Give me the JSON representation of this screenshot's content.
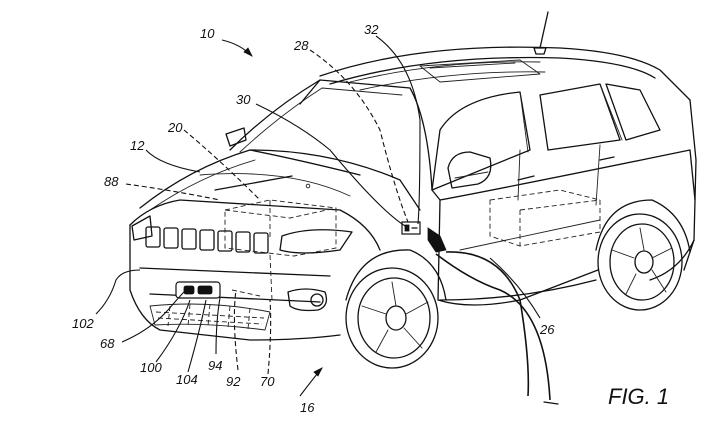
{
  "figure": {
    "caption": "FIG. 1",
    "labels": {
      "l10": "10",
      "l12": "12",
      "l16": "16",
      "l20": "20",
      "l26": "26",
      "l28": "28",
      "l30": "30",
      "l32": "32",
      "l68": "68",
      "l70": "70",
      "l88": "88",
      "l92": "92",
      "l94": "94",
      "l100": "100",
      "l102": "102",
      "l104": "104"
    }
  }
}
